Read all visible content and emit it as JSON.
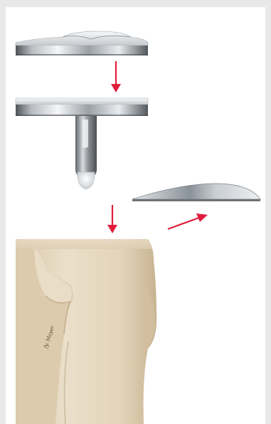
{
  "figure": {
    "components": [
      "polyethylene-insert",
      "tibial-baseplate",
      "tibial-stem",
      "patellar-button",
      "proximal-tibia",
      "fibula"
    ],
    "arrows": [
      {
        "name": "insert-to-baseplate-arrow",
        "direction": "down"
      },
      {
        "name": "baseplate-to-tibia-arrow",
        "direction": "down"
      },
      {
        "name": "patella-arrow",
        "direction": "up-right"
      }
    ],
    "signature": "fy. Mayer",
    "colors": {
      "arrow": "#e01e3c",
      "bone": "#e6d7bf",
      "bone_shadow": "#c9b493",
      "metal_light": "#f2f4f6",
      "metal_dark": "#6f7377"
    }
  }
}
